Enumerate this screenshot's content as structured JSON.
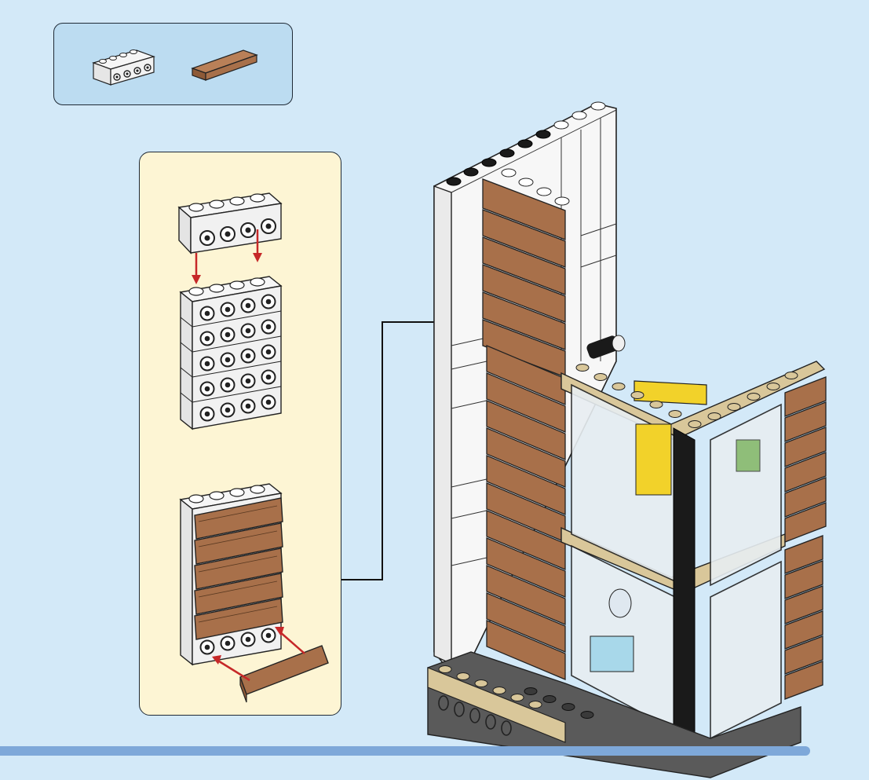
{
  "step": {
    "parts_list": [
      {
        "part": "brick-1x4-with-side-studs",
        "color": "white",
        "qty": 1
      },
      {
        "part": "tile-1x4",
        "color": "medium-nougat",
        "qty": 1
      }
    ],
    "sub_assembly_steps": [
      "attach-side-stud-brick",
      "attach-tiles"
    ],
    "colors": {
      "background": "#d3e9f8",
      "parts_panel": "#bcdcf1",
      "sub_panel": "#fdf5d4",
      "tile_brown": "#a8704a",
      "white_brick": "#f6f6f6",
      "tan_plate": "#d9c79a",
      "black": "#1a1a1a",
      "arrow_red": "#c62828",
      "progress_bar": "#7ea8d9"
    }
  }
}
